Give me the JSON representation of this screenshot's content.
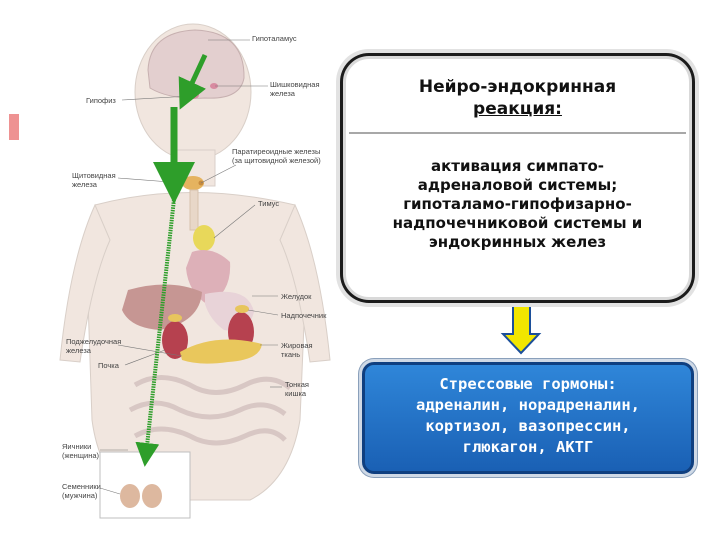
{
  "anatomy_labels": {
    "hypothalamus": "Гипоталамус",
    "pineal": "Шишковидная\nжелеза",
    "pituitary": "Гипофиз",
    "parathyroid": "Паратиреоидные железы\n(за щитовидной железой)",
    "thyroid": "Щитовидная\nжелеза",
    "thymus": "Тимус",
    "stomach": "Желудок",
    "adrenal": "Надпочечник",
    "pancreas": "Поджелудочная\nжелеза",
    "adipose": "Жировая\nткань",
    "kidney": "Почка",
    "small_intestine": "Тонкая\nкишка",
    "ovaries": "Яичники\n(женщина)",
    "testes": "Семенники\n(мужчина)"
  },
  "top_box": {
    "title_line1": "Нейро-эндокринная",
    "title_line2": "реакция:",
    "body": "активация симпато-\nадреналовой системы;\nгипоталамо-гипофизарно-\nнадпочечниковой системы и\nэндокринных желез"
  },
  "bottom_box": {
    "text": "Стрессовые гормоны:\nадреналин, норадреналин,\nкортизол, вазопрессин,\nглюкагон, АКТГ"
  },
  "colors": {
    "green_arrow": "#2e9e2a",
    "yellow_arrow": "#f2e600",
    "blue_box": "#2474c9",
    "accent_red": "#e34a4a"
  }
}
